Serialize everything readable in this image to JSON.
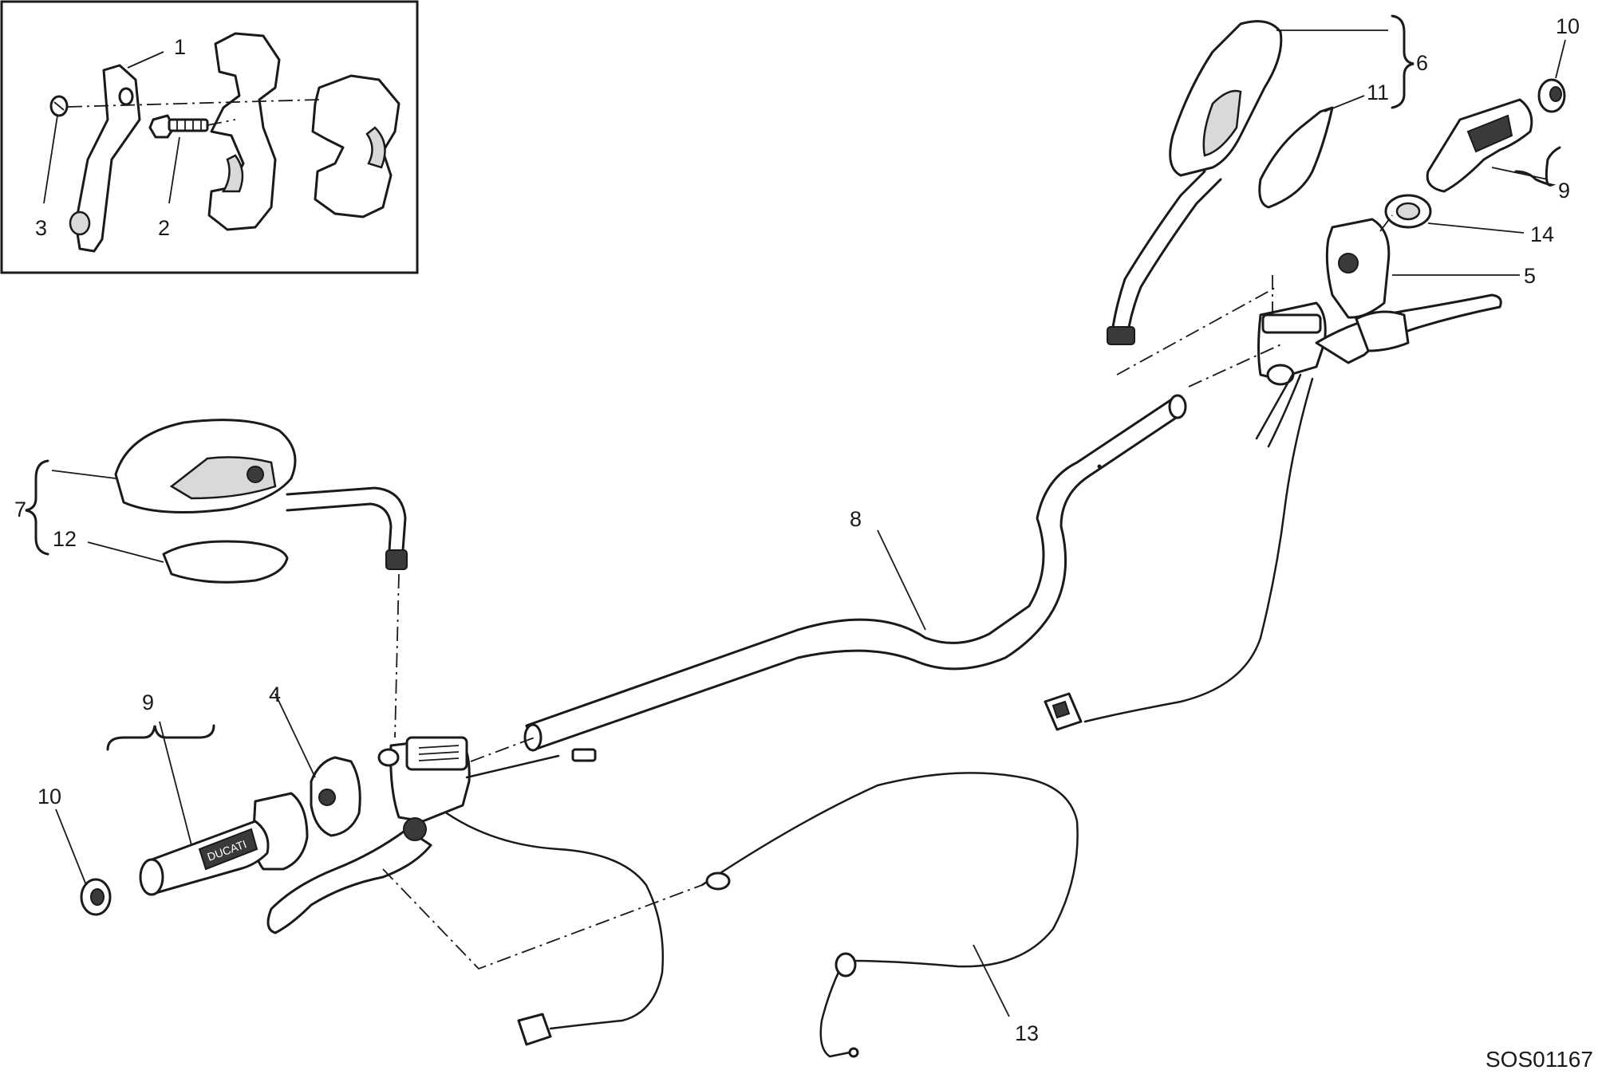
{
  "callouts": {
    "c1": "1",
    "c2": "2",
    "c3": "3",
    "c4": "4",
    "c5": "5",
    "c6": "6",
    "c7": "7",
    "c8": "8",
    "c9_left": "9",
    "c9_right": "9",
    "c10_left": "10",
    "c10_right": "10",
    "c11": "11",
    "c12": "12",
    "c13": "13",
    "c14": "14"
  },
  "grip_brand": "DUCATI",
  "drawing_code": "SOS01167"
}
